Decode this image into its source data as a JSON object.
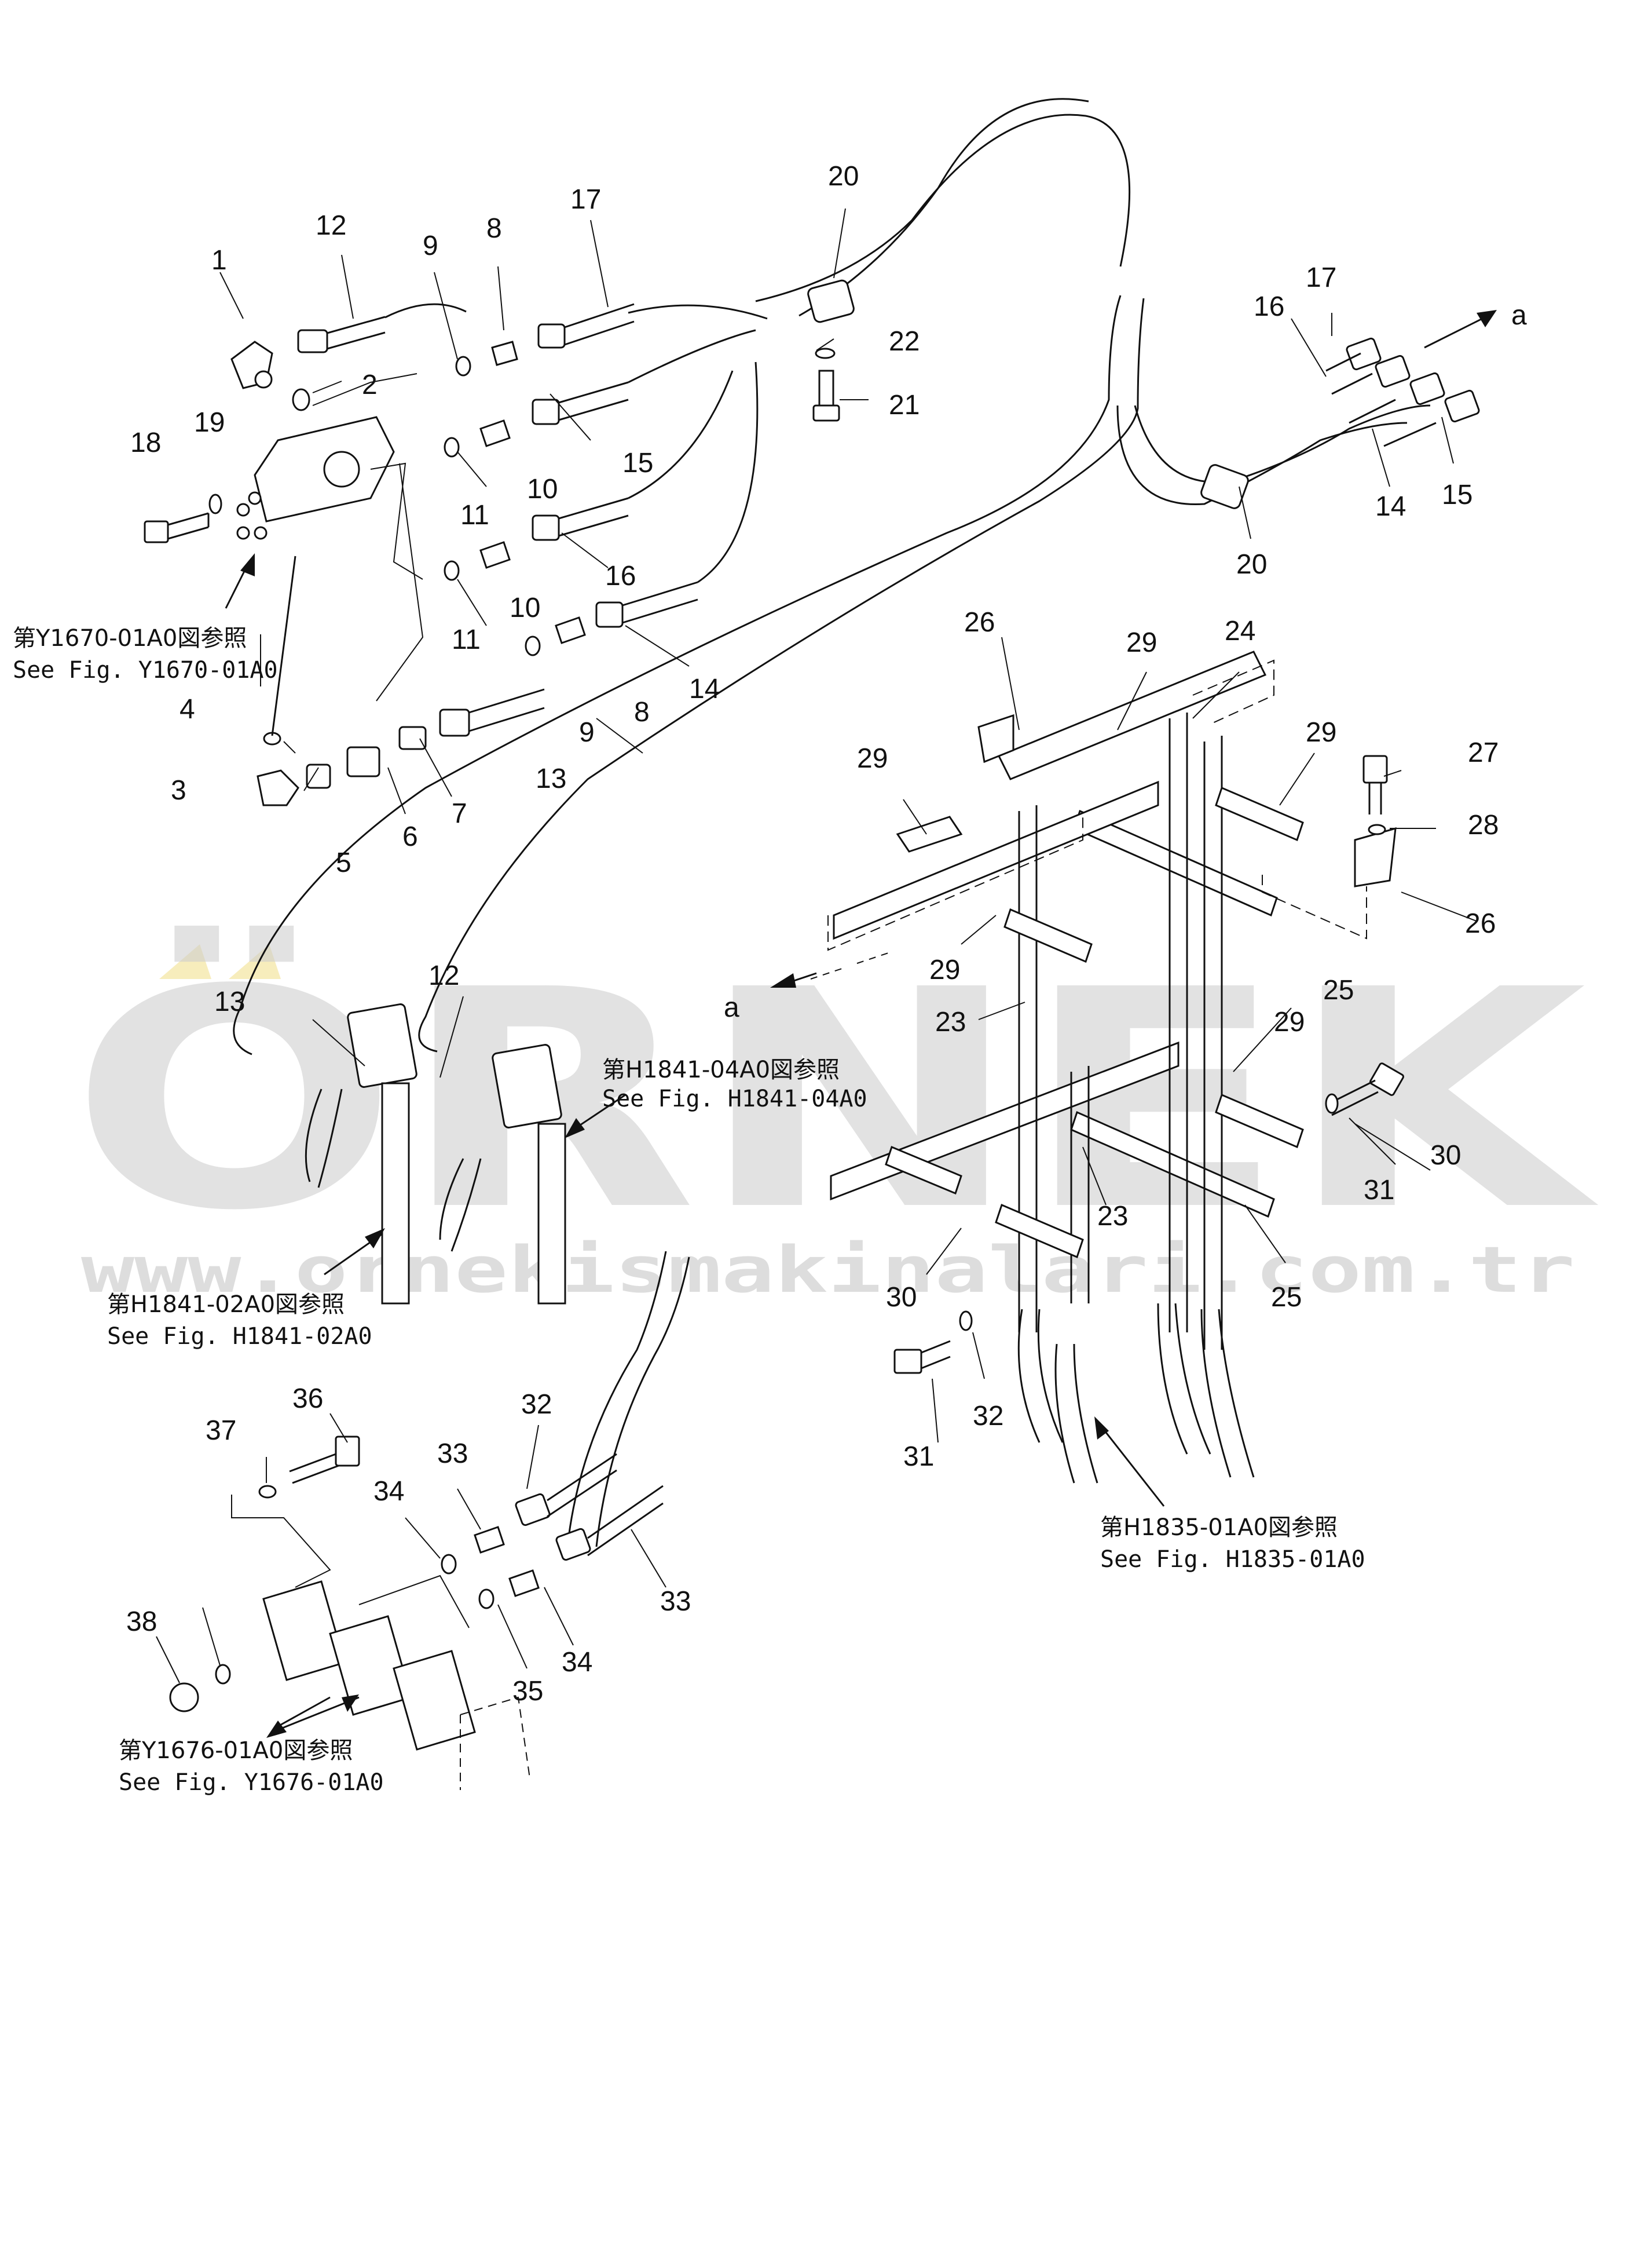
{
  "watermark": {
    "brand": "ÖRNEK",
    "url": "www.ornekismakinalari.com.tr"
  },
  "refs": {
    "y1670_jp": "第Y1670-01A0図参照",
    "y1670_en": "See Fig. Y1670-01A0",
    "h1841_04_jp": "第H1841-04A0図参照",
    "h1841_04_en": "See Fig. H1841-04A0",
    "h1841_02_jp": "第H1841-02A0図参照",
    "h1841_02_en": "See Fig. H1841-02A0",
    "h1835_jp": "第H1835-01A0図参照",
    "h1835_en": "See Fig. H1835-01A0",
    "y1676_jp": "第Y1676-01A0図参照",
    "y1676_en": "See Fig. Y1676-01A0"
  },
  "arrow_label": "a",
  "callouts": [
    "1",
    "2",
    "3",
    "4",
    "5",
    "6",
    "7",
    "8",
    "8",
    "9",
    "9",
    "10",
    "10",
    "11",
    "11",
    "12",
    "12",
    "13",
    "13",
    "14",
    "14",
    "15",
    "15",
    "16",
    "16",
    "17",
    "17",
    "18",
    "19",
    "20",
    "20",
    "21",
    "22",
    "23",
    "23",
    "24",
    "25",
    "25",
    "26",
    "26",
    "27",
    "28",
    "29",
    "29",
    "29",
    "29",
    "29",
    "30",
    "30",
    "31",
    "31",
    "32",
    "32",
    "33",
    "33",
    "34",
    "34",
    "35",
    "36",
    "37",
    "38"
  ]
}
